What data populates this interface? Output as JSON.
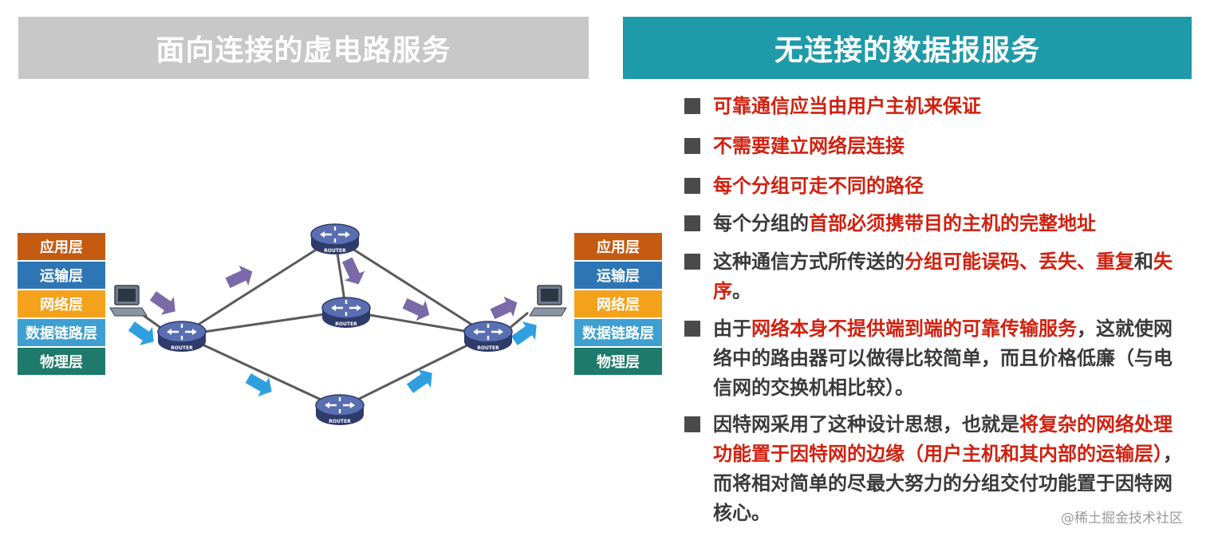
{
  "headers": {
    "left": "面向连接的虚电路服务",
    "right": "无连接的数据报服务"
  },
  "colors": {
    "left_header_bg": "#c8c8c8",
    "right_header_bg": "#1f9aa8",
    "highlight_text": "#d0200f",
    "packet_purple": "#7b6aa8",
    "packet_blue": "#2f9fe0"
  },
  "layer_stacks": {
    "left": [
      {
        "label": "应用层",
        "color": "#c55a11"
      },
      {
        "label": "运输层",
        "color": "#2e75b6"
      },
      {
        "label": "网络层",
        "color": "#f4a21b"
      },
      {
        "label": "数据链路层",
        "color": "#3e9fd0"
      },
      {
        "label": "物理层",
        "color": "#1e7a6a"
      }
    ],
    "right": [
      {
        "label": "应用层",
        "color": "#c55a11"
      },
      {
        "label": "运输层",
        "color": "#2e75b6"
      },
      {
        "label": "网络层",
        "color": "#f4a21b"
      },
      {
        "label": "数据链路层",
        "color": "#3e9fd0"
      },
      {
        "label": "物理层",
        "color": "#1e7a6a"
      }
    ]
  },
  "network": {
    "router_label": "ROUTER",
    "router_icon": "router-icon",
    "host_icon": "computer-icon"
  },
  "bullets": [
    {
      "segments": [
        {
          "t": "可靠通信应当由用户主机来保证",
          "red": true
        }
      ]
    },
    {
      "segments": [
        {
          "t": "不需要建立网络层连接",
          "red": true
        }
      ]
    },
    {
      "segments": [
        {
          "t": "每个分组可走不同的路径",
          "red": true
        }
      ]
    },
    {
      "segments": [
        {
          "t": "每个分组的",
          "red": false
        },
        {
          "t": "首部必须携带目的主机的完整地址",
          "red": true
        }
      ]
    },
    {
      "segments": [
        {
          "t": "这种通信方式所传送的",
          "red": false
        },
        {
          "t": "分组可能误码、丢失、重复",
          "red": true
        },
        {
          "t": "和",
          "red": false
        },
        {
          "t": "失序",
          "red": true
        },
        {
          "t": "。",
          "red": false
        }
      ]
    },
    {
      "segments": [
        {
          "t": "由于",
          "red": false
        },
        {
          "t": "网络本身不提供端到端的可靠传输服务",
          "red": true
        },
        {
          "t": "，这就使网络中的路由器可以做得比较简单，而且价格低廉（与电信网的交换机相比较）。",
          "red": false
        }
      ]
    },
    {
      "segments": [
        {
          "t": "因特网采用了这种设计思想，也就是",
          "red": false
        },
        {
          "t": "将复杂的网络处理功能置于因特网的边缘（用户主机和其内部的运输层）",
          "red": true
        },
        {
          "t": "，而将相对简单的尽最大努力的分组交付功能置于因特网核心。",
          "red": false
        }
      ]
    }
  ],
  "watermark": "@稀土掘金技术社区"
}
